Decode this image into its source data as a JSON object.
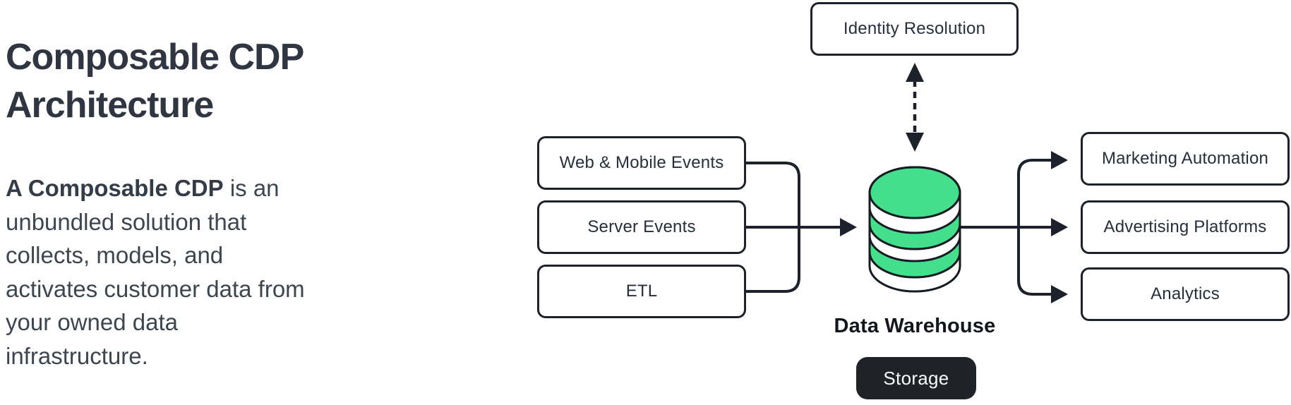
{
  "left_panel": {
    "title": "Composable CDP Architecture",
    "description": {
      "bold_lead": "A Composable CDP",
      "rest": " is an unbundled solution that collects, models, and activates customer data from your owned data infrastructure."
    }
  },
  "diagram": {
    "identity_box": {
      "label": "Identity Resolution"
    },
    "source_boxes": [
      {
        "label": "Web & Mobile Events"
      },
      {
        "label": "Server Events"
      },
      {
        "label": "ETL"
      }
    ],
    "warehouse": {
      "label": "Data Warehouse",
      "badge": "Storage",
      "icon": "database-icon"
    },
    "destination_boxes": [
      {
        "label": "Marketing Automation"
      },
      {
        "label": "Advertising Platforms"
      },
      {
        "label": "Analytics"
      }
    ],
    "colors": {
      "background": "#FFFFFF",
      "accent_green": "#43DF8C",
      "outline_dark": "#1D212B",
      "badge_background": "#1F2226",
      "title_text": "#2F3641",
      "body_text": "#3C4550",
      "box_text": "#272F3C"
    }
  }
}
